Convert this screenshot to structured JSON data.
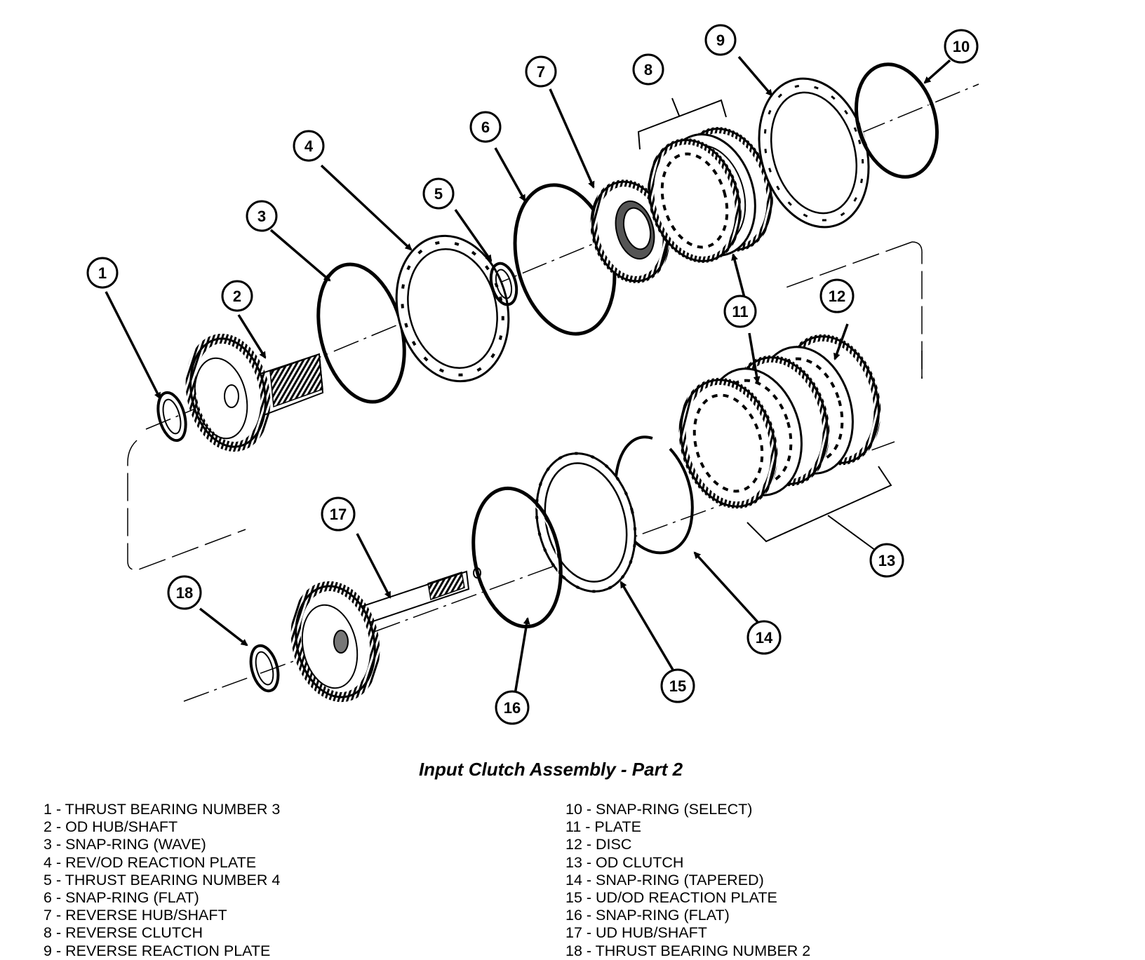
{
  "callouts": [
    "1",
    "2",
    "3",
    "4",
    "5",
    "6",
    "7",
    "8",
    "9",
    "10",
    "11",
    "12",
    "13",
    "14",
    "15",
    "16",
    "17",
    "18"
  ],
  "caption": "Input Clutch Assembly - Part 2",
  "legend": {
    "left": [
      {
        "num": "1",
        "text": " - THRUST BEARING NUMBER 3"
      },
      {
        "num": "2",
        "text": " - OD HUB/SHAFT"
      },
      {
        "num": "3",
        "text": " - SNAP-RING (WAVE)"
      },
      {
        "num": "4",
        "text": " - REV/OD REACTION PLATE"
      },
      {
        "num": "5",
        "text": " - THRUST BEARING NUMBER 4"
      },
      {
        "num": "6",
        "text": " - SNAP-RING (FLAT)"
      },
      {
        "num": "7",
        "text": " - REVERSE HUB/SHAFT"
      },
      {
        "num": "8",
        "text": " - REVERSE CLUTCH"
      },
      {
        "num": "9",
        "text": " - REVERSE REACTION PLATE"
      }
    ],
    "right": [
      {
        "num": "10",
        "text": " - SNAP-RING (SELECT)"
      },
      {
        "num": "11",
        "text": " - PLATE"
      },
      {
        "num": "12",
        "text": " - DISC"
      },
      {
        "num": "13",
        "text": " - OD CLUTCH"
      },
      {
        "num": "14",
        "text": " - SNAP-RING (TAPERED)"
      },
      {
        "num": "15",
        "text": " - UD/OD REACTION PLATE"
      },
      {
        "num": "16",
        "text": " - SNAP-RING (FLAT)"
      },
      {
        "num": "17",
        "text": " - UD HUB/SHAFT"
      },
      {
        "num": "18",
        "text": " - THRUST BEARING NUMBER 2"
      }
    ]
  }
}
